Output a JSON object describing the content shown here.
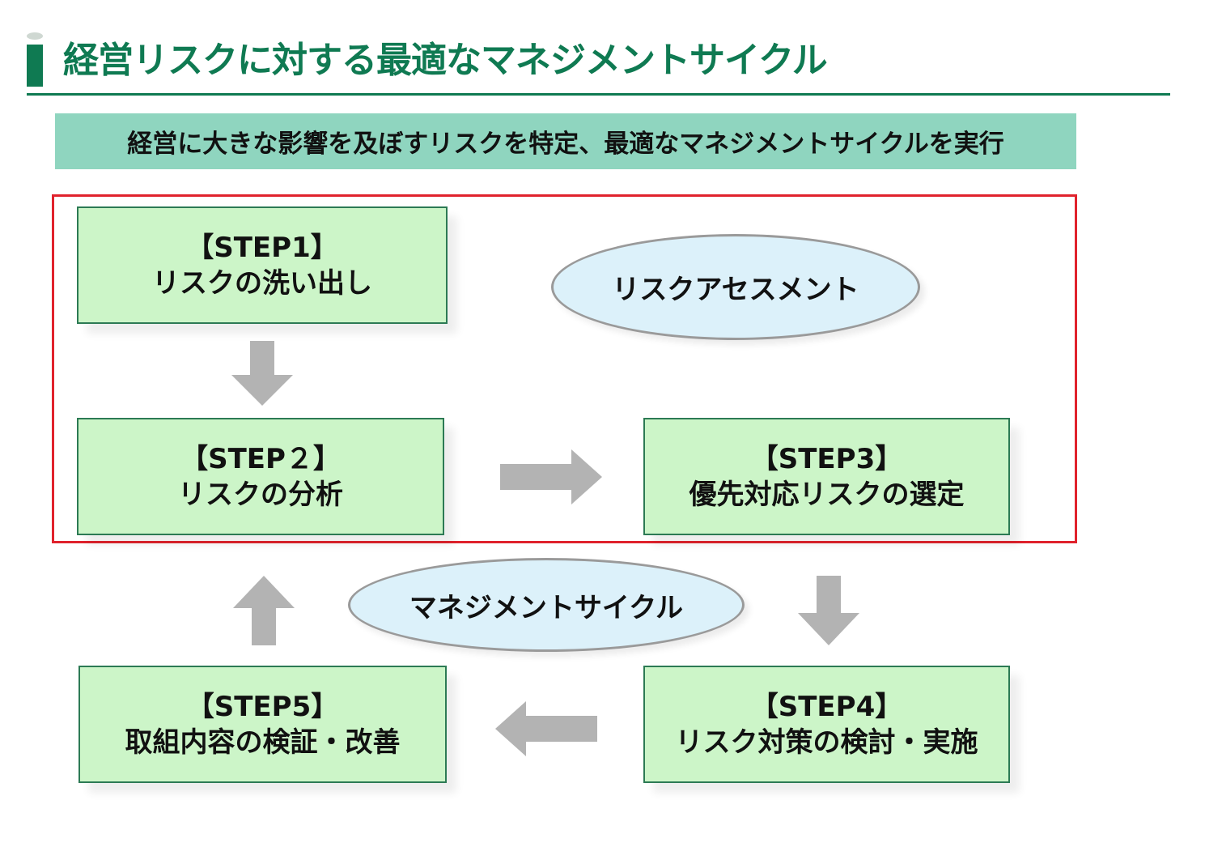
{
  "header": {
    "title": "経営リスクに対する最適なマネジメントサイクル"
  },
  "banner": {
    "text": "経営に大きな影響を及ぼすリスクを特定、最適なマネジメントサイクルを実行"
  },
  "labels": {
    "assessment": "リスクアセスメント",
    "cycle": "マネジメントサイクル"
  },
  "steps": [
    {
      "step": "【STEP1】",
      "label": "リスクの洗い出し"
    },
    {
      "step": "【STEP２】",
      "label": "リスクの分析"
    },
    {
      "step": "【STEP3】",
      "label": "優先対応リスクの選定"
    },
    {
      "step": "【STEP4】",
      "label": "リスク対策の検討・実施"
    },
    {
      "step": "【STEP5】",
      "label": "取組内容の検証・改善"
    }
  ],
  "colors": {
    "title_green": "#0f7a52",
    "banner_fill": "#8fd5bf",
    "step_fill": "#ccf5c8",
    "frame_red": "#e0222c",
    "ellipse_fill": "#dcf1fa",
    "arrow_gray": "#b3b3b3"
  }
}
